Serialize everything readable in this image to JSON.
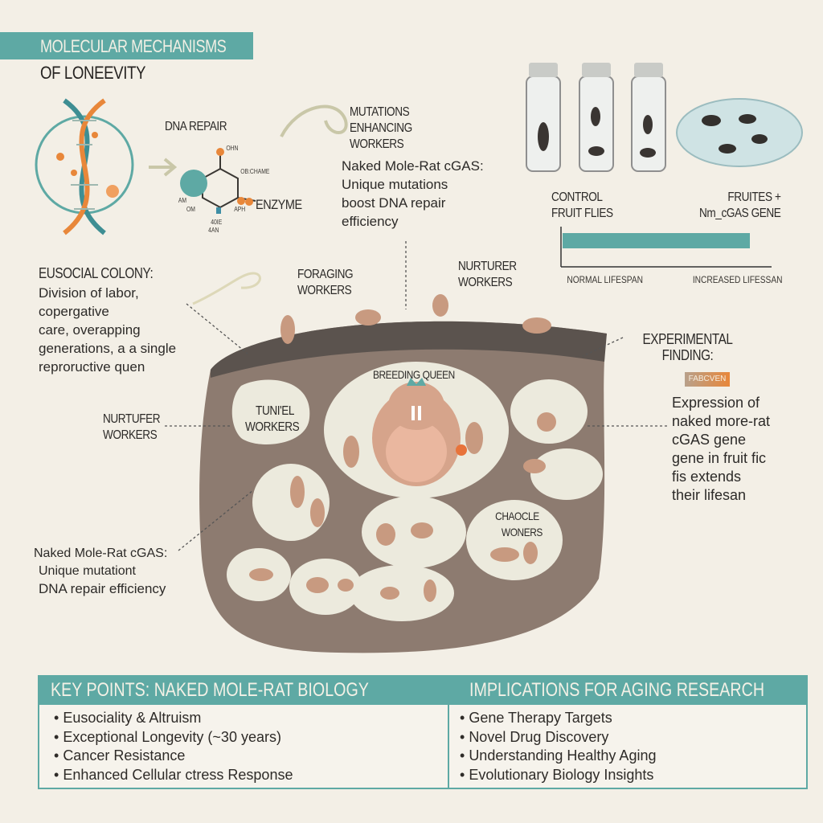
{
  "header": {
    "title_line1": "MOLECULAR MECHANISMS",
    "title_line2": "OF LONEEVITY"
  },
  "molecular": {
    "dna_repair": "DNA REPAIR",
    "enzyme": "ENZYME",
    "molecule_labels": [
      "OHN",
      "OB:CHAME",
      "AM",
      "OM",
      "APH",
      "40IE",
      "4AN"
    ],
    "mutations_title": "MUTATIONS ENHANCING WORKERS",
    "cgas_note": [
      "Naked Mole-Rat cGAS:",
      "Unique mutations",
      "boost DNA repair",
      "efficiency"
    ]
  },
  "experiment": {
    "control_label": [
      "CONTROL",
      "FRUIT FLIES"
    ],
    "treated_label": [
      "FRUITES +",
      "Nm_cGAS GENE"
    ],
    "x_axis_left": "NORMAL LIFESPAN",
    "x_axis_right": "INCREASED LIFESSAN",
    "bar_color": "#5ea9a4",
    "finding_title": [
      "EXPERIMENTAL",
      "FINDING:"
    ],
    "badge": "FABCVEN",
    "finding_text": [
      "Expression of",
      "naked more-rat",
      "cGAS gene",
      "gene in fruit fic",
      "fis extends",
      "their lifesan"
    ]
  },
  "colony": {
    "eusocial_title": "EUSOCIAL COLONY:",
    "eusocial_text": [
      "Division of labor,",
      "copergative",
      "care, overapping",
      "generations, a a single",
      "reproructive quen"
    ],
    "foraging": [
      "FORAGING",
      "WORKERS"
    ],
    "nurturer_top": [
      "NURTURER",
      "WORKERS"
    ],
    "nurturer_left": [
      "NURTUFER",
      "WORKERS"
    ],
    "tunnel": [
      "TUNI'EL",
      "WORKERS"
    ],
    "queen": "BREEDING QUEEN",
    "chamber": [
      "CHAOCLE",
      "WONERS"
    ],
    "cgas_left": [
      "Naked Mole-Rat cGAS:",
      "Unique mutationt",
      "DNA repair efficiency"
    ]
  },
  "key_points": {
    "title": "KEY POINTS: NAKED MOLE-RAT BIOLOGY",
    "items": [
      "Eusociality & Altruism",
      "Exceptional Longevity (~30 years)",
      "Cancer Resistance",
      "Enhanced Cellular ctress Response"
    ]
  },
  "implications": {
    "title": "IMPLICATIONS FOR AGING RESEARCH",
    "items": [
      "Gene Therapy Targets",
      "Novel Drug Discovery",
      "Understanding Healthy Aging",
      "Evolutionary Biology Insights"
    ]
  },
  "colors": {
    "teal": "#5ea9a4",
    "background": "#f3efe6",
    "soil": "#8d7b70",
    "accent_orange": "#e8873a"
  }
}
